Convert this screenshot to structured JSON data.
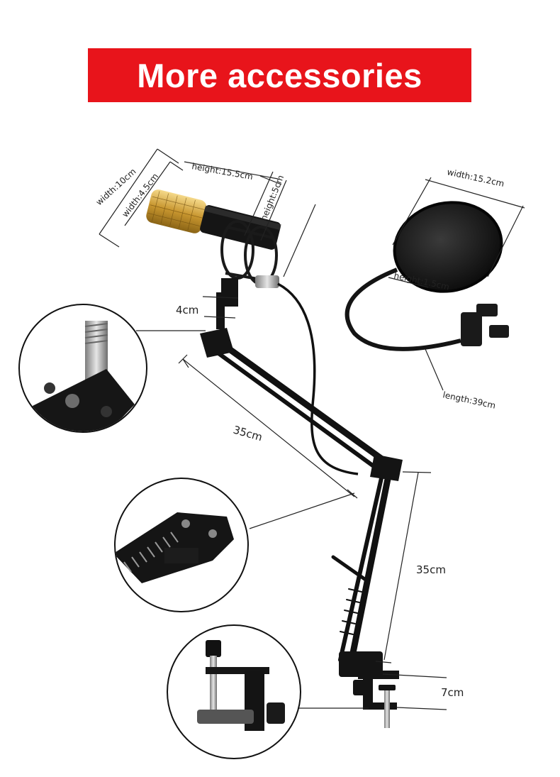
{
  "banner": {
    "title": "More accessories",
    "color": "#e8141b"
  },
  "dimensions": {
    "mic_width": "width:10cm",
    "mic_body_width": "width:4.5cm",
    "mic_length": "height:15.5cm",
    "mic_height": "height:5cm",
    "mount_gap": "4cm",
    "filter_width": "width:15.2cm",
    "filter_height": "height:1.5cm",
    "gooseneck_length": "length:39cm",
    "arm_upper": "35cm",
    "arm_lower": "35cm",
    "clamp_height": "7cm"
  },
  "icons": {
    "screw_detail": "screw-mount-detail-icon",
    "spring_detail": "spring-joint-detail-icon",
    "clamp_detail": "desk-clamp-detail-icon"
  }
}
